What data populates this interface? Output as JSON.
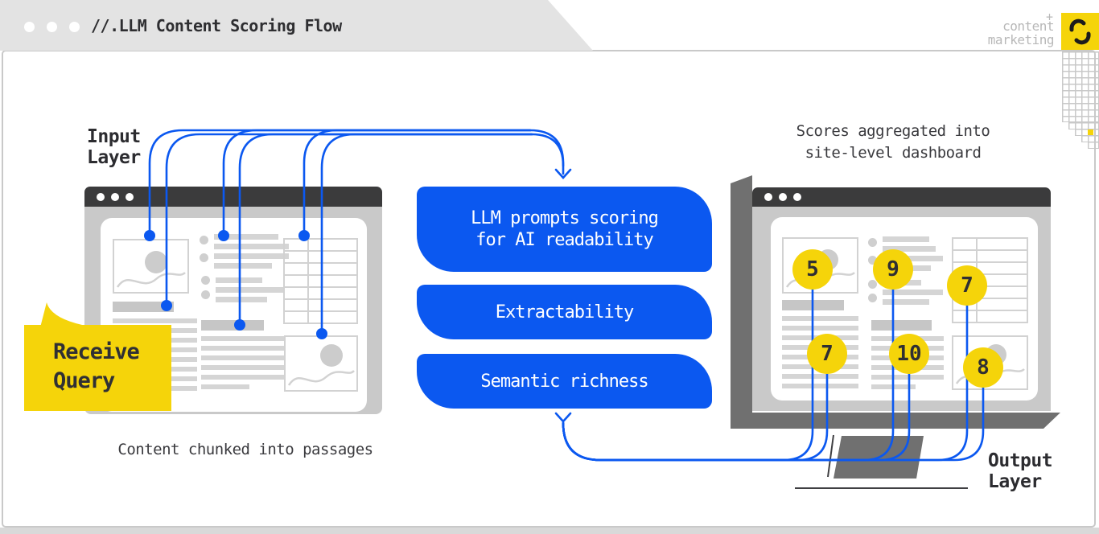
{
  "window": {
    "title": "//.LLM Content Scoring Flow"
  },
  "brand": {
    "plus": "+",
    "name_line1": "content",
    "name_line2": "marketing"
  },
  "input_layer": {
    "label_line1": "Input",
    "label_line2": "Layer",
    "bubble_line1": "Receive",
    "bubble_line2": "Query",
    "caption": "Content chunked into passages"
  },
  "pipeline": {
    "step1_line1": "LLM prompts scoring",
    "step1_line2": "for AI readability",
    "step2": "Extractability",
    "step3": "Semantic richness"
  },
  "output_layer": {
    "caption_line1": "Scores aggregated into",
    "caption_line2": "site-level dashboard",
    "label_line1": "Output",
    "label_line2": "Layer",
    "scores": [
      "5",
      "9",
      "7",
      "7",
      "10",
      "8"
    ]
  },
  "colors": {
    "accent_blue": "#0b58f0",
    "accent_yellow": "#f5d40a",
    "header_dark": "#3b3b3c",
    "chrome_gray": "#e3e3e3"
  }
}
